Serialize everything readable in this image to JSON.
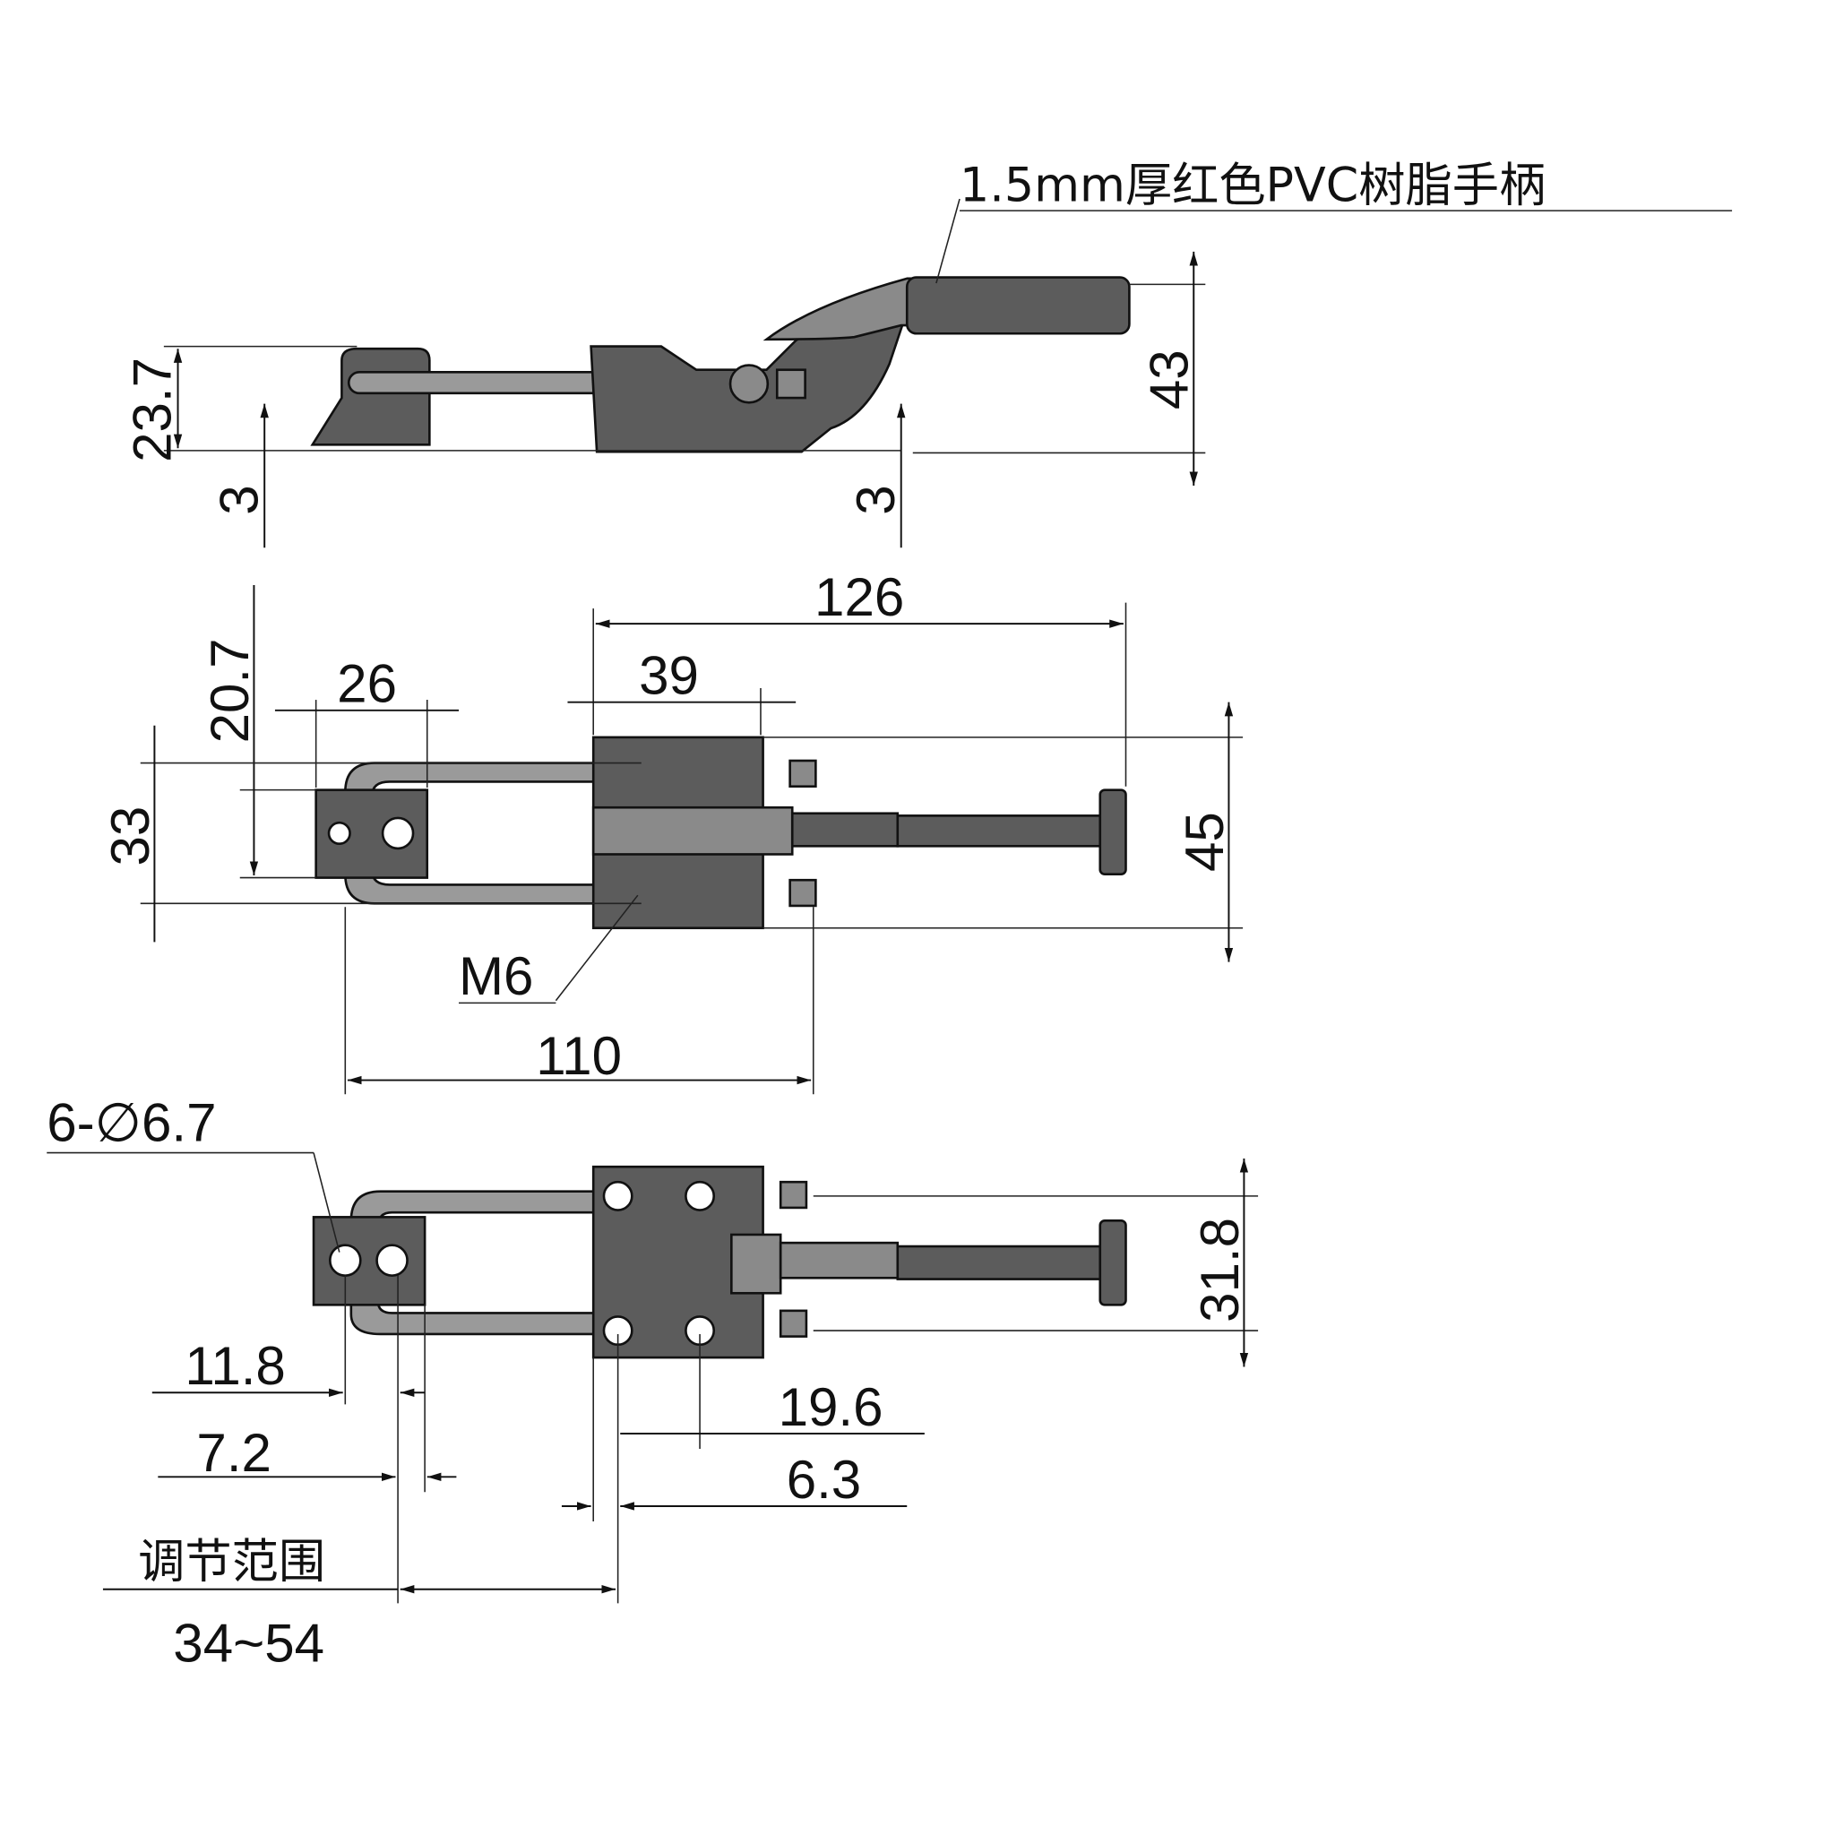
{
  "side_view": {
    "handle_note": "1.5mm厚红色PVC树脂手柄",
    "dims": {
      "height_left": "23.7",
      "base_left": "3",
      "base_right": "3",
      "height_right": "43"
    }
  },
  "top_view": {
    "dims": {
      "overall": "126",
      "body_to_pivot": "39",
      "hook_width": "26",
      "hook_offset": "20.7",
      "hook_span": "33",
      "body_width": "45",
      "thread_label": "M6",
      "overall_open": "110"
    }
  },
  "bottom_view": {
    "dims": {
      "holes": "6-∅6.7",
      "hook_hole_a": "11.8",
      "hook_hole_b": "7.2",
      "base_hole_a": "19.6",
      "base_hole_b": "6.3",
      "hole_spacing": "31.8",
      "adjust_label": "调节范围",
      "adjust_range": "34~54"
    }
  }
}
